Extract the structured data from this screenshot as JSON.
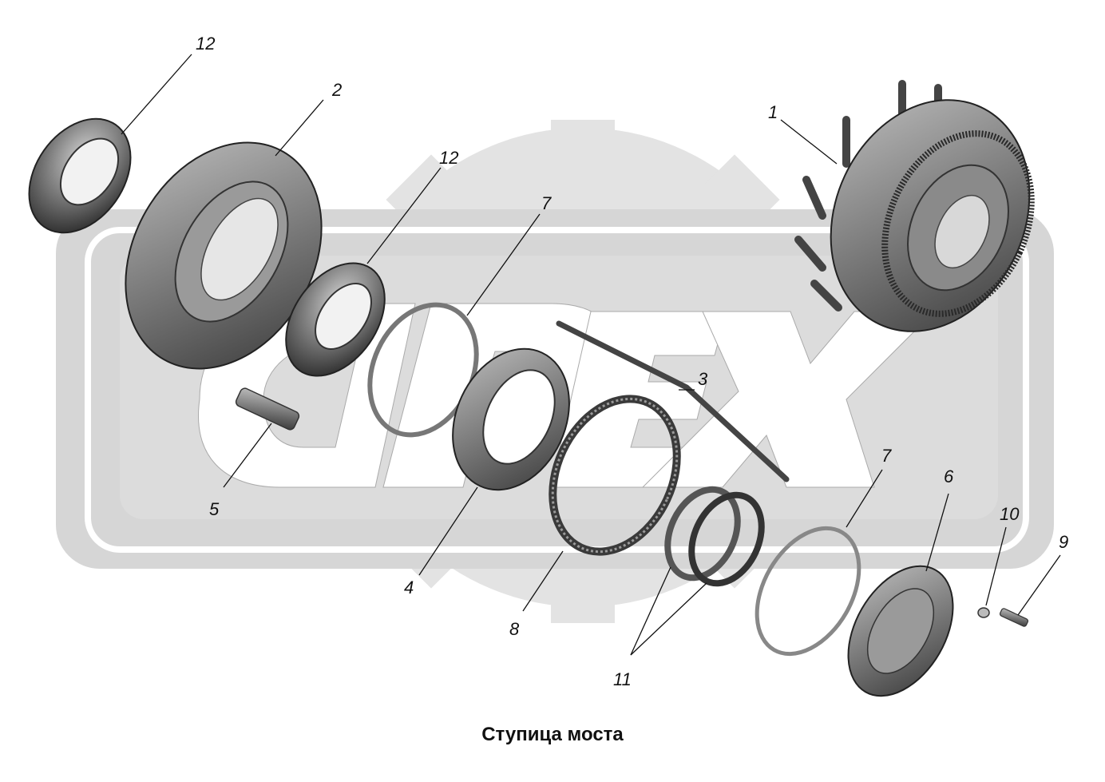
{
  "caption": "Ступица моста",
  "watermark": {
    "text": "OPEX",
    "color": "#d9d9d9"
  },
  "callouts": {
    "c1": "1",
    "c2": "2",
    "c3": "3",
    "c4": "4",
    "c5": "5",
    "c6": "6",
    "c7a": "7",
    "c7b": "7",
    "c8": "8",
    "c9": "9",
    "c10": "10",
    "c11": "11",
    "c12a": "12",
    "c12b": "12"
  }
}
